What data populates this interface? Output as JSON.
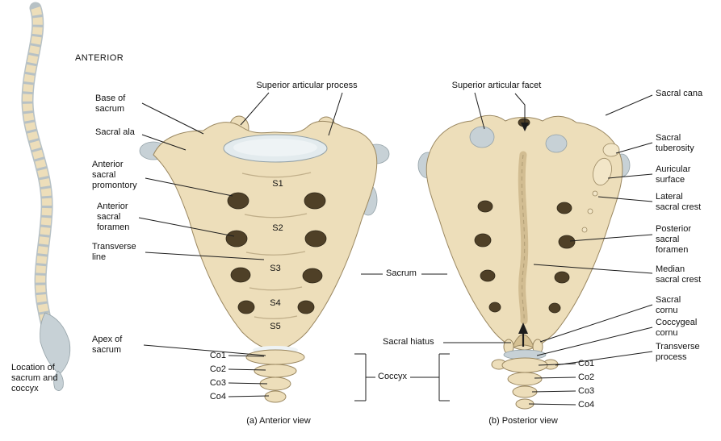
{
  "colors": {
    "bone": "#eddeba",
    "bone-stroke": "#9a8760",
    "bone-light": "#f2e6c8",
    "foramen": "#4f4027",
    "cartilage": "#c7d1d6",
    "cartilage-stroke": "#93a1a7",
    "disc": "#e3ebee",
    "line": "#1c1c1c",
    "crest": "#d2bd92"
  },
  "left_panel": {
    "direction_label": "ANTERIOR",
    "caption": "Location of sacrum and coccyx"
  },
  "anterior_view": {
    "caption": "(a) Anterior view",
    "labels": {
      "superior_articular_process": "Superior articular process",
      "base_of_sacrum": "Base of sacrum",
      "sacral_ala": "Sacral ala",
      "anterior_sacral_promontory": "Anterior sacral promontory",
      "anterior_sacral_foramen": "Anterior sacral foramen",
      "transverse_line": "Transverse line",
      "apex_of_sacrum": "Apex of sacrum"
    },
    "segments": [
      "S1",
      "S2",
      "S3",
      "S4",
      "S5"
    ],
    "coccyx_segments": [
      "Co1",
      "Co2",
      "Co3",
      "Co4"
    ]
  },
  "posterior_view": {
    "caption": "(b) Posterior view",
    "labels": {
      "superior_articular_facet": "Superior articular facet",
      "sacral_canal": "Sacral cana",
      "sacral_tuberosity": "Sacral tuberosity",
      "auricular_surface": "Auricular surface",
      "lateral_sacral_crest": "Lateral sacral crest",
      "posterior_sacral_foramen": "Posterior sacral foramen",
      "median_sacral_crest": "Median sacral crest",
      "sacral_cornu": "Sacral cornu",
      "coccygeal_cornu": "Coccygeal cornu",
      "transverse_process": "Transverse process"
    },
    "coccyx_segments": [
      "Co1",
      "Co2",
      "Co3",
      "Co4"
    ]
  },
  "shared_labels": {
    "sacrum": "Sacrum",
    "coccyx": "Coccyx",
    "sacral_hiatus": "Sacral hiatus"
  }
}
